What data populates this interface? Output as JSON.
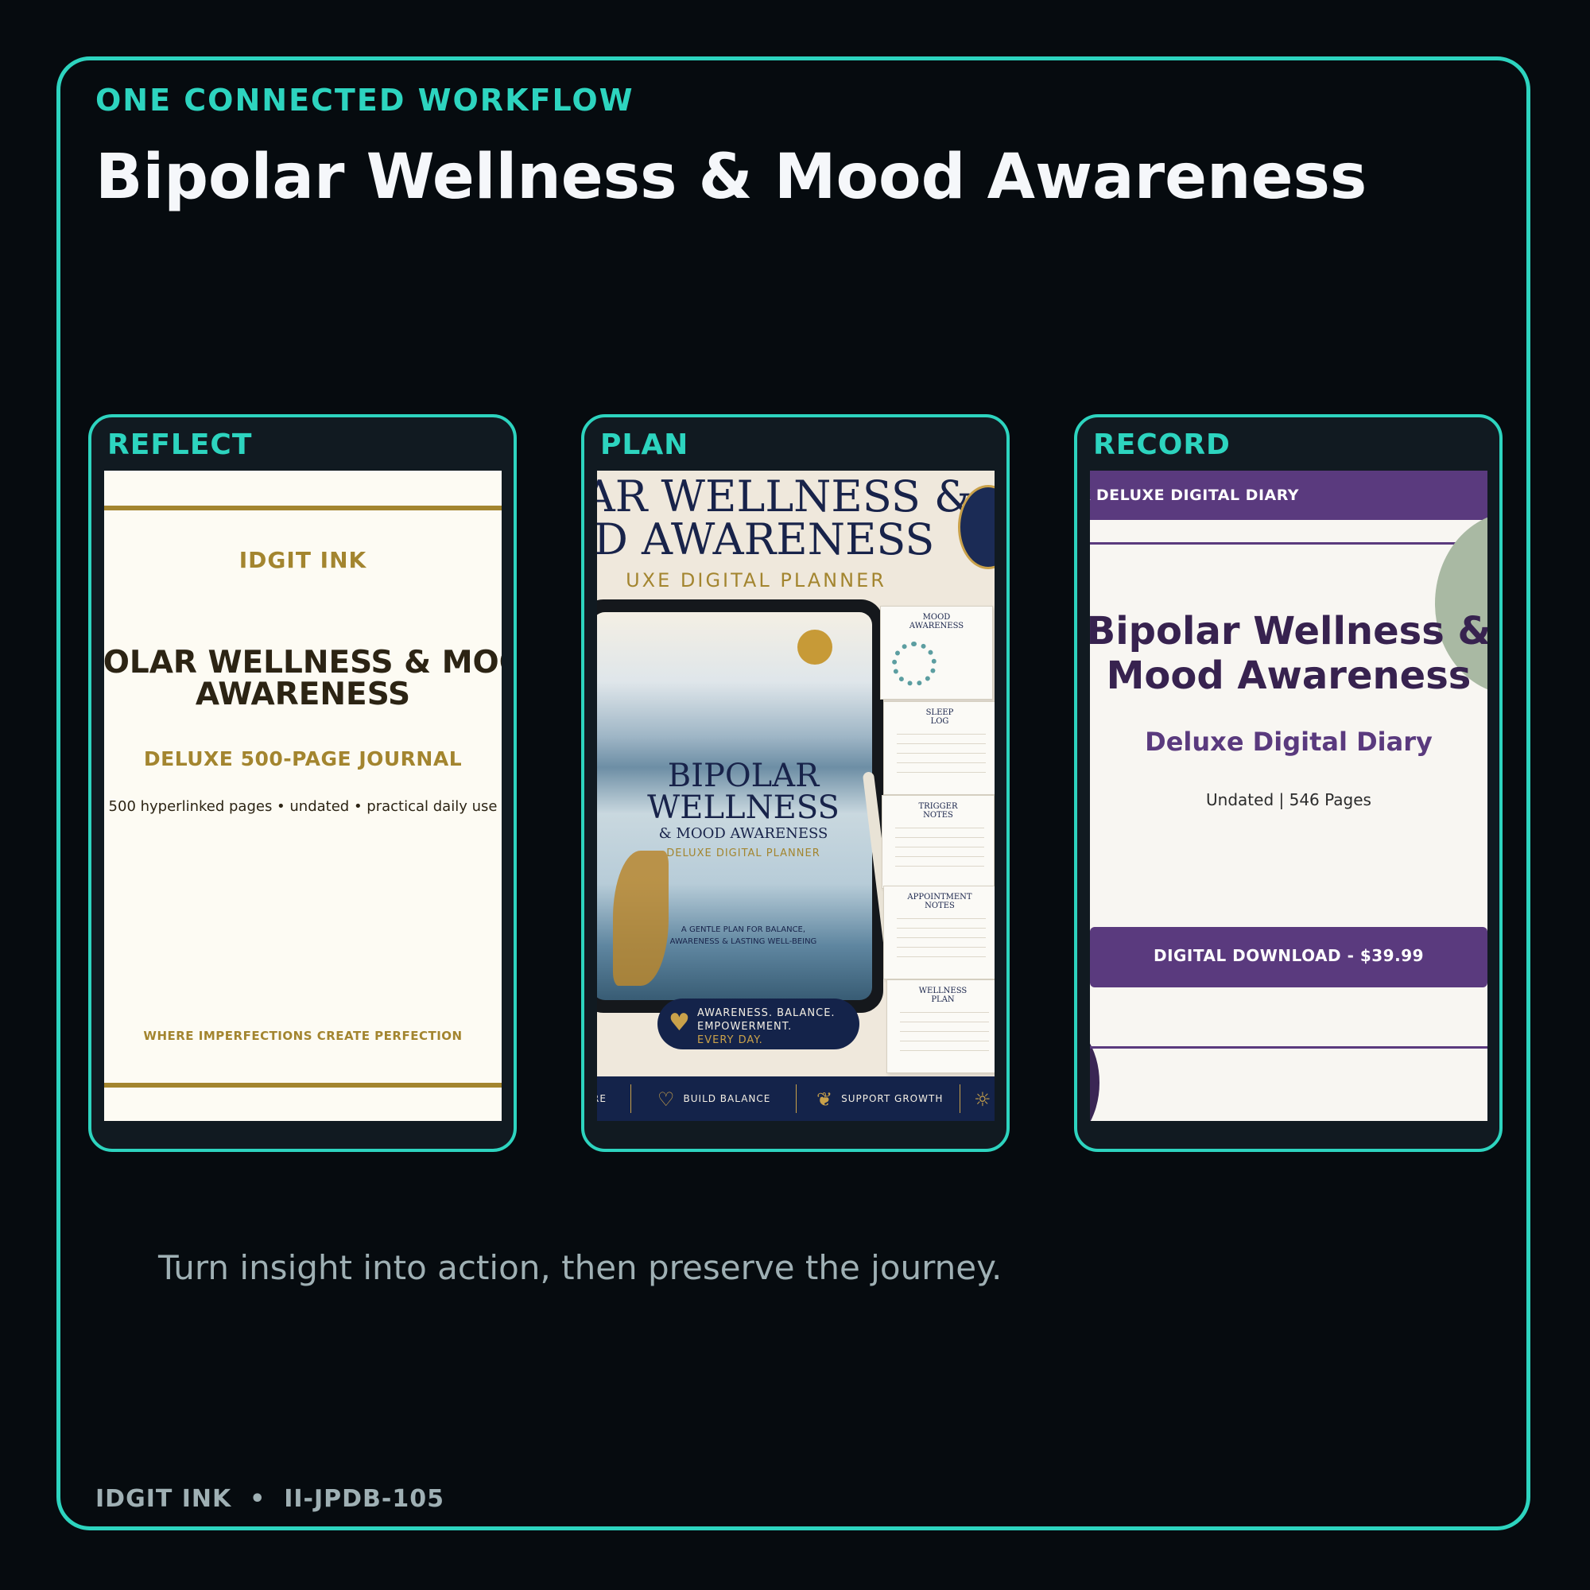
{
  "header": {
    "eyebrow": "ONE CONNECTED WORKFLOW",
    "title": "Bipolar Wellness & Mood Awareness"
  },
  "cards": [
    {
      "label": "REFLECT",
      "product": {
        "brand": "IDGIT INK",
        "title_line1": "POLAR WELLNESS & MOO",
        "title_line2": "AWARENESS",
        "subtitle": "DELUXE 500-PAGE JOURNAL",
        "details": "500 hyperlinked pages • undated • practical daily use",
        "motto": "WHERE IMPERFECTIONS CREATE PERFECTION"
      }
    },
    {
      "label": "PLAN",
      "product": {
        "title_line1": "LAR WELLNESS &",
        "title_line2": "D AWARENESS",
        "subtitle": "UXE DIGITAL PLANNER",
        "tablet": {
          "title_line1": "BIPOLAR",
          "title_line2": "WELLNESS",
          "sub1": "& MOOD AWARENESS",
          "sub2": "DELUXE DIGITAL PLANNER",
          "tagline_line1": "A GENTLE PLAN FOR BALANCE,",
          "tagline_line2": "AWARENESS & LASTING WELL-BEING"
        },
        "pages": [
          {
            "title_line1": "MOOD",
            "title_line2": "AWARENESS"
          },
          {
            "title_line1": "SLEEP",
            "title_line2": "LOG"
          },
          {
            "title_line1": "TRIGGER",
            "title_line2": "NOTES"
          },
          {
            "title_line1": "APPOINTMENT",
            "title_line2": "NOTES"
          },
          {
            "title_line1": "WELLNESS",
            "title_line2": "PLAN"
          }
        ],
        "banner": {
          "line1": "AWARENESS. BALANCE.",
          "line2": "EMPOWERMENT.",
          "line3": "EVERY DAY."
        },
        "strip": [
          "RE",
          "BUILD BALANCE",
          "SUPPORT GROWTH"
        ]
      }
    },
    {
      "label": "RECORD",
      "product": {
        "topbar": "IK DELUXE DIGITAL DIARY",
        "title_line1": "Bipolar Wellness &",
        "title_line2": "Mood Awareness",
        "subtitle": "Deluxe Digital Diary",
        "meta": "Undated | 546 Pages",
        "button": "DIGITAL DOWNLOAD - $39.99"
      }
    }
  ],
  "tagline": "Turn insight into action, then preserve the journey.",
  "footer": "IDGIT INK  •  II-JPDB-105",
  "colors": {
    "accent": "#2dd4bf",
    "background": "#060b0f",
    "gold": "#a3852f",
    "purple": "#5a3a7e",
    "navy": "#14234a"
  }
}
